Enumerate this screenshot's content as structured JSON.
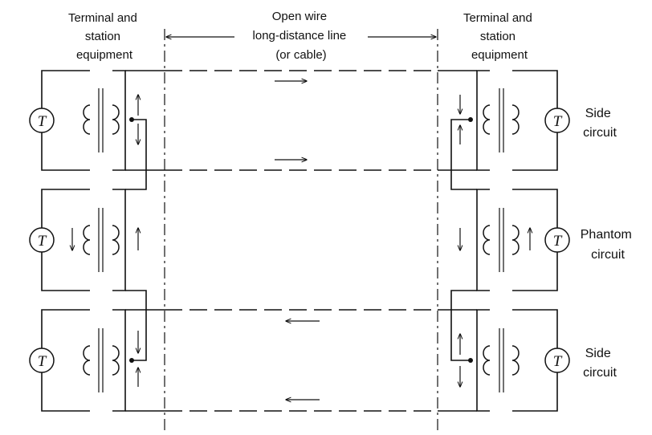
{
  "labels": {
    "left_heading": [
      "Terminal and",
      "station",
      "equipment"
    ],
    "center_heading": [
      "Open wire",
      "long-distance line",
      "(or cable)"
    ],
    "right_heading": [
      "Terminal and",
      "station",
      "equipment"
    ],
    "side_circuit_top": [
      "Side",
      "circuit"
    ],
    "phantom_circuit": [
      "Phantom",
      "circuit"
    ],
    "side_circuit_bottom": [
      "Side",
      "circuit"
    ],
    "telephone_symbol": "T"
  }
}
